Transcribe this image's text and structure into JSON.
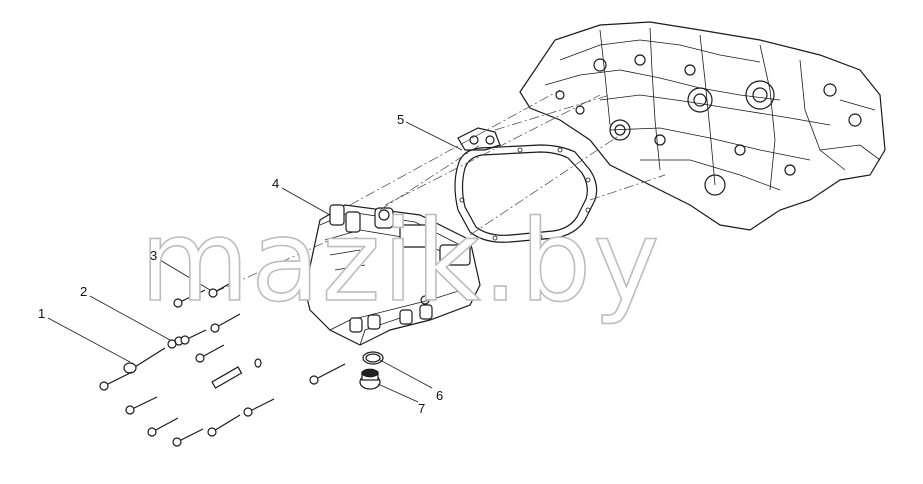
{
  "watermark": "mazik.by",
  "callouts": [
    {
      "id": "1",
      "label": "1"
    },
    {
      "id": "2",
      "label": "2"
    },
    {
      "id": "3",
      "label": "3"
    },
    {
      "id": "4",
      "label": "4"
    },
    {
      "id": "5",
      "label": "5"
    },
    {
      "id": "6",
      "label": "6"
    },
    {
      "id": "7",
      "label": "7"
    }
  ]
}
